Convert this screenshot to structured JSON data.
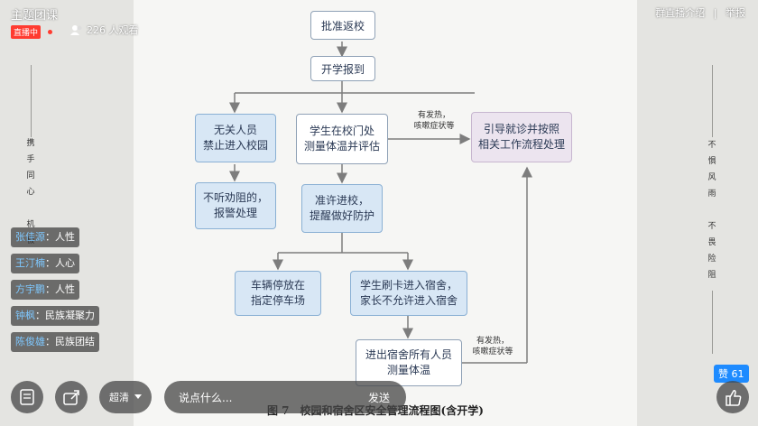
{
  "header": {
    "title": "主题团课",
    "live_badge": "直播中",
    "viewers": "226 人观看",
    "intro_link": "群直播介绍",
    "separator": "|",
    "report_link": "举报"
  },
  "decor": {
    "left_chars": [
      "携",
      "手",
      "同",
      "心",
      "",
      "机",
      "极"
    ],
    "right_chars": [
      "不",
      "惧",
      "风",
      "雨",
      "",
      "不",
      "畏",
      "险",
      "阻"
    ]
  },
  "flowchart": {
    "approve": "批准返校",
    "register": "开学报到",
    "unrelated": [
      "无关人员",
      "禁止进入校园"
    ],
    "measure": [
      "学生在校门处",
      "测量体温并评估"
    ],
    "guide": [
      "引导就诊并按照",
      "相关工作流程处理"
    ],
    "persuade": [
      "不听劝阻的，",
      "报警处理"
    ],
    "allow": [
      "准许进校，",
      "提醒做好防护"
    ],
    "parking": [
      "车辆停放在",
      "指定停车场"
    ],
    "dorm_card": [
      "学生刷卡进入宿舍，",
      "家长不允许进入宿舍"
    ],
    "dorm_measure": [
      "进出宿舍所有人员",
      "测量体温"
    ],
    "fever_note1": [
      "有发热，",
      "咳嗽症状等"
    ],
    "fever_note2": [
      "有发热，",
      "咳嗽症状等"
    ],
    "caption": "图 7　校园和宿舍区安全管理流程图(含开学)"
  },
  "comments": [
    {
      "name": "张佳源",
      "text": "：人性"
    },
    {
      "name": "王汀楠",
      "text": "：人心"
    },
    {
      "name": "方宇鹏",
      "text": "：人性"
    },
    {
      "name": "钟枫",
      "text": "：民族凝聚力"
    },
    {
      "name": "陈俊雄",
      "text": "：民族团结"
    }
  ],
  "toolbar": {
    "quality": "超清",
    "input_placeholder": "说点什么...",
    "send": "发送",
    "like_label": "赞",
    "like_count": "61"
  },
  "colors": {
    "live": "#ff3b30",
    "like": "#1e8bff",
    "comment_name": "#7fc8ff"
  }
}
